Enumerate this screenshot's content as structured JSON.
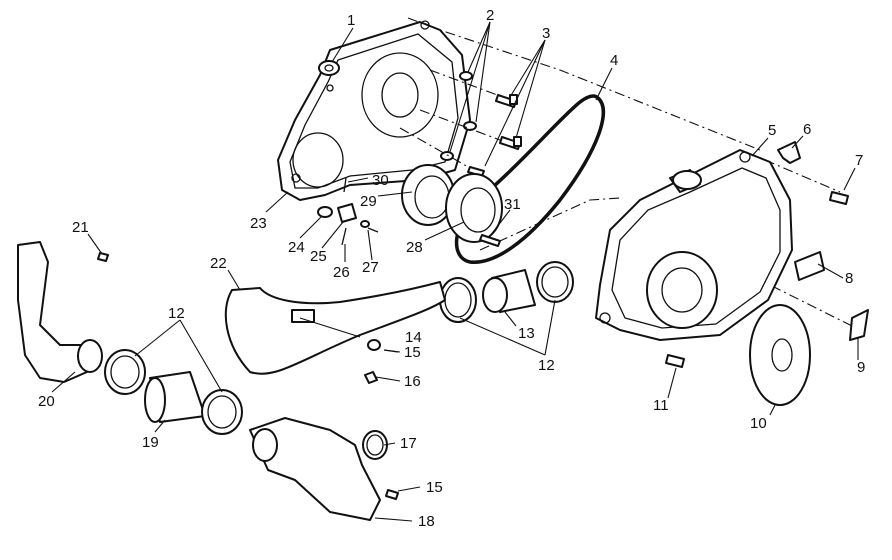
{
  "callouts": [
    {
      "id": "c1",
      "text": "1"
    },
    {
      "id": "c2",
      "text": "2"
    },
    {
      "id": "c3",
      "text": "3"
    },
    {
      "id": "c4",
      "text": "4"
    },
    {
      "id": "c5",
      "text": "5"
    },
    {
      "id": "c6",
      "text": "6"
    },
    {
      "id": "c7",
      "text": "7"
    },
    {
      "id": "c8",
      "text": "8"
    },
    {
      "id": "c9",
      "text": "9"
    },
    {
      "id": "c10",
      "text": "10"
    },
    {
      "id": "c11",
      "text": "11"
    },
    {
      "id": "c12a",
      "text": "12"
    },
    {
      "id": "c12b",
      "text": "12"
    },
    {
      "id": "c13",
      "text": "13"
    },
    {
      "id": "c14",
      "text": "14"
    },
    {
      "id": "c15a",
      "text": "15"
    },
    {
      "id": "c15b",
      "text": "15"
    },
    {
      "id": "c16",
      "text": "16"
    },
    {
      "id": "c17",
      "text": "17"
    },
    {
      "id": "c18",
      "text": "18"
    },
    {
      "id": "c19",
      "text": "19"
    },
    {
      "id": "c20",
      "text": "20"
    },
    {
      "id": "c21",
      "text": "21"
    },
    {
      "id": "c22",
      "text": "22"
    },
    {
      "id": "c23",
      "text": "23"
    },
    {
      "id": "c24",
      "text": "24"
    },
    {
      "id": "c25",
      "text": "25"
    },
    {
      "id": "c26",
      "text": "26"
    },
    {
      "id": "c27",
      "text": "27"
    },
    {
      "id": "c28",
      "text": "28"
    },
    {
      "id": "c29",
      "text": "29"
    },
    {
      "id": "c30",
      "text": "30"
    },
    {
      "id": "c31",
      "text": "31"
    }
  ]
}
